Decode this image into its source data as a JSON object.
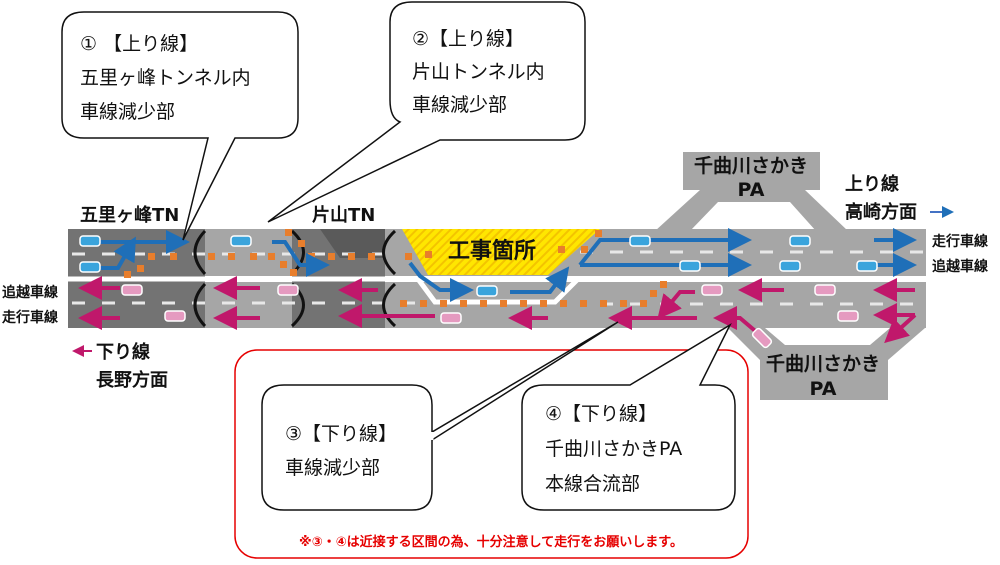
{
  "callouts": [
    {
      "lines": [
        "① 【上り線】",
        "五里ヶ峰トンネル内",
        "車線減少部"
      ]
    },
    {
      "lines": [
        "②【上り線】",
        "片山トンネル内",
        "車線減少部"
      ]
    },
    {
      "lines": [
        "③【下り線】",
        "車線減少部"
      ]
    },
    {
      "lines": [
        "④【下り線】",
        "千曲川さかきPA",
        "本線合流部"
      ]
    }
  ],
  "labels": {
    "tunnel1": "五里ヶ峰TN",
    "tunnel2": "片山TN",
    "construction": "工事箇所",
    "pa_top": [
      "千曲川さかき",
      "PA"
    ],
    "pa_bottom": [
      "千曲川さかき",
      "PA"
    ],
    "up_direction": [
      "上り線",
      "高崎方面"
    ],
    "down_direction": [
      "下り線",
      "長野方面"
    ],
    "right_lane_top": "走行車線",
    "right_lane_bottom": "追越車線",
    "left_lane_top": "追越車線",
    "left_lane_bottom": "走行車線"
  },
  "note": "※③・④は近接する区間の為、十分注意して走行をお願いします。",
  "colors": {
    "up": "#1f6fb8",
    "down": "#c0186b",
    "cone": "#e87e2c",
    "road": "#a6a6a6",
    "tunnel": "#737373",
    "construction": "#ffe600",
    "note": "#e60000"
  }
}
